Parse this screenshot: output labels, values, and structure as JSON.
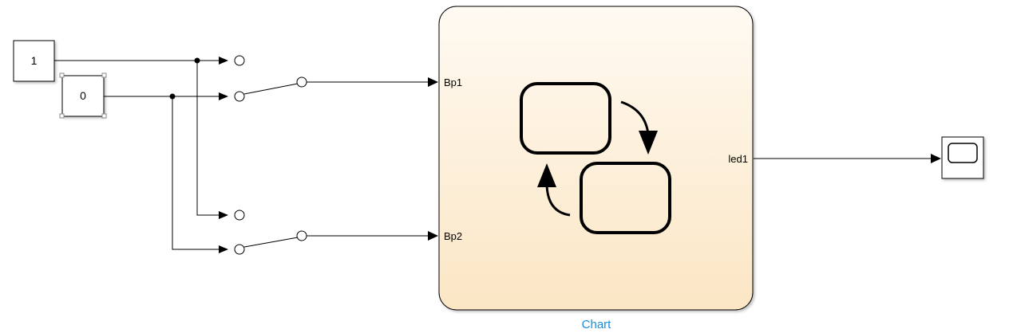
{
  "constants": [
    {
      "id": "const-1",
      "value": "1"
    },
    {
      "id": "const-0",
      "value": "0"
    }
  ],
  "chart": {
    "name": "Chart",
    "inputs": [
      "Bp1",
      "Bp2"
    ],
    "outputs": [
      "led1"
    ],
    "fill_color": "#fdf3dc",
    "name_color": "#1a8cdc"
  },
  "sink": {
    "type": "Scope",
    "icon": "scope-icon"
  },
  "switches": [
    {
      "id": "manual-switch-1",
      "connected_to": "const-0",
      "drives": "Bp1"
    },
    {
      "id": "manual-switch-2",
      "connected_to": "const-0",
      "drives": "Bp2"
    }
  ]
}
